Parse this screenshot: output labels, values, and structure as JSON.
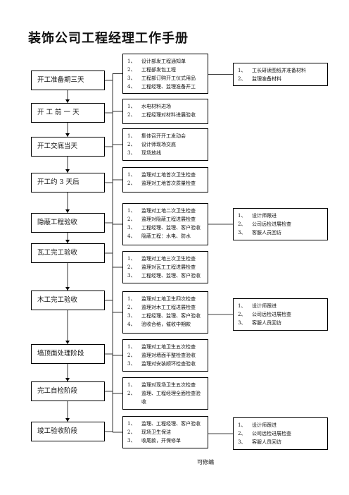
{
  "title": "装饰公司工程经理工作手册",
  "footer": "可修编",
  "stages": [
    {
      "label": "开工准备期三天",
      "tasks": [
        [
          "1、",
          "设计部发工程通知单"
        ],
        [
          "2、",
          "工程部发包工程"
        ],
        [
          "3、",
          "工程部订购开工仪式用品"
        ],
        [
          "4、",
          "工程经理、监理准备开工"
        ]
      ],
      "notes": [
        [
          "1、",
          "工长研读图纸并准备材料"
        ],
        [
          "2、",
          "监理准备材料"
        ]
      ]
    },
    {
      "label": "开  工  前  一  天",
      "tasks": [
        [
          "1、",
          "水电材料进场"
        ],
        [
          "2、",
          "工程经理对材料进展验收"
        ]
      ],
      "notes": []
    },
    {
      "label": "开工交底当天",
      "tasks": [
        [
          "1、",
          "集体召开开工发动会"
        ],
        [
          "2、",
          "设计师现场交底"
        ],
        [
          "3、",
          "现场放线"
        ]
      ],
      "notes": []
    },
    {
      "label": "开工约 3 天后",
      "tasks": [
        [
          "1、",
          "监理对工地首次卫生检查"
        ],
        [
          "2、",
          "监理对工地首次质量检查"
        ]
      ],
      "notes": []
    },
    {
      "label": "隐蔽工程验收",
      "tasks": [
        [
          "1、",
          "监理对工地二次卫生检查"
        ],
        [
          "2、",
          "监理对隐蔽工程进展检查"
        ],
        [
          "3、",
          "工程经理、监理、客户验收"
        ],
        [
          "4、",
          "隐蔽工程：水电、防水"
        ]
      ],
      "notes": [
        [
          "1、",
          "设计师跟进"
        ],
        [
          "2、",
          "公司远检进展检查"
        ],
        [
          "3、",
          "客服人员回访"
        ]
      ]
    },
    {
      "label": "瓦工完工验收",
      "tasks": [
        [
          "1、",
          "监理对工地三次卫生检查"
        ],
        [
          "2、",
          "监理对瓦工工程进展检查"
        ],
        [
          "3、",
          "工程经理、监理、客户验收"
        ]
      ],
      "notes": []
    },
    {
      "label": "木工完工验收",
      "tasks": [
        [
          "1、",
          "监理对工地卫生四次检查"
        ],
        [
          "2、",
          "监理对木工工程进展检查"
        ],
        [
          "3、",
          "工程经理、监理、客户验收"
        ],
        [
          "4、",
          "验收合格，催收中期款"
        ]
      ],
      "notes": [
        [
          "1、",
          "设计师跟进"
        ],
        [
          "2、",
          "公司远检进展检查"
        ],
        [
          "3、",
          "客服人员回访"
        ]
      ]
    },
    {
      "label": "墙顶面处理阶段",
      "tasks": [
        [
          "1、",
          "监理对工地卫生五次检查"
        ],
        [
          "2、",
          "监理对墙面平整检查验收"
        ],
        [
          "3、",
          "监理对安装顺环检查验收"
        ]
      ],
      "notes": []
    },
    {
      "label": "完工自检阶段",
      "tasks": [
        [
          "1、",
          "监理对现场卫生五次检查"
        ],
        [
          "2、",
          "监理、工程经理全面检查验"
        ],
        [
          "",
          "收"
        ]
      ],
      "notes": []
    },
    {
      "label": "竣工验收阶段",
      "tasks": [
        [
          "1、",
          "监理、工程经理、客户验收"
        ],
        [
          "2、",
          "现场卫生保洁"
        ],
        [
          "3、",
          "收尾款，开保修单"
        ]
      ],
      "notes": [
        [
          "1、",
          "设计师跟进"
        ],
        [
          "2、",
          "公司远检进展检查"
        ],
        [
          "3、",
          "客服人员回访"
        ]
      ]
    }
  ]
}
